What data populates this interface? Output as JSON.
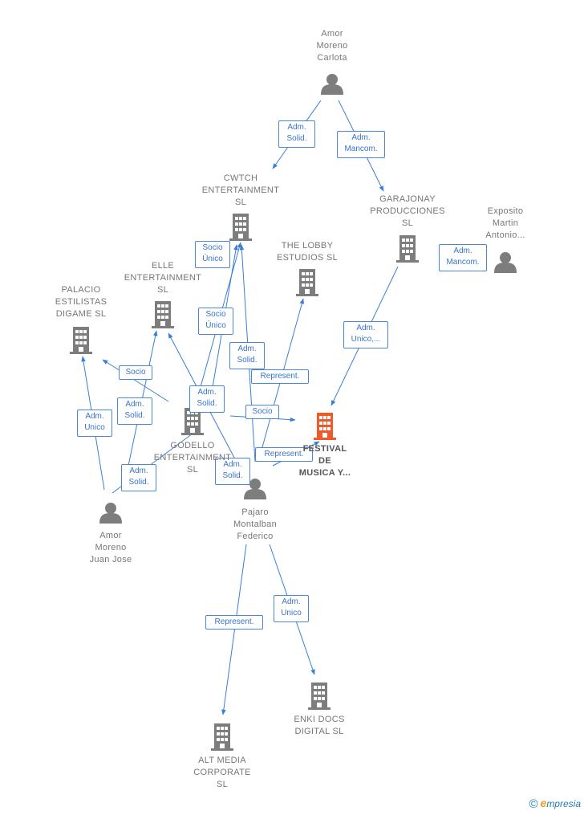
{
  "colors": {
    "building": "#7d7d7d",
    "building_main": "#f05a28",
    "person": "#7d7d7d",
    "edge": "#3a7fd5"
  },
  "nodes": [
    {
      "id": "amor-carlota",
      "type": "person",
      "label": "Amor\nMoreno\nCarlota"
    },
    {
      "id": "cwtch",
      "type": "company",
      "label": "CWTCH\nENTERTAINMENT\nSL"
    },
    {
      "id": "garajonay",
      "type": "company",
      "label": "GARAJONAY\nPRODUCCIONES\nSL"
    },
    {
      "id": "exposito",
      "type": "person",
      "label": "Exposito\nMartin\nAntonio..."
    },
    {
      "id": "lobby",
      "type": "company",
      "label": "THE LOBBY\nESTUDIOS SL"
    },
    {
      "id": "elle",
      "type": "company",
      "label": "ELLE\nENTERTAINMENT\nSL"
    },
    {
      "id": "palacio",
      "type": "company",
      "label": "PALACIO\nESTILISTAS\nDIGAME  SL"
    },
    {
      "id": "godello",
      "type": "company",
      "label": "GODELLO\nENTERTAINMENT\nSL"
    },
    {
      "id": "festival",
      "type": "company",
      "main": true,
      "label": "FESTIVAL\nDE\nMUSICA Y..."
    },
    {
      "id": "pajaro",
      "type": "person",
      "label": "Pajaro\nMontalban\nFederico"
    },
    {
      "id": "amor-juanjose",
      "type": "person",
      "label": "Amor\nMoreno\nJuan Jose"
    },
    {
      "id": "enki",
      "type": "company",
      "label": "ENKI DOCS\nDIGITAL  SL"
    },
    {
      "id": "altmedia",
      "type": "company",
      "label": "ALT MEDIA\nCORPORATE\nSL"
    }
  ],
  "edges": [
    {
      "id": "e1",
      "label": "Adm.\nSolid."
    },
    {
      "id": "e2",
      "label": "Adm.\nMancom."
    },
    {
      "id": "e3",
      "label": "Adm.\nMancom."
    },
    {
      "id": "e4",
      "label": "Socio\nÚnico"
    },
    {
      "id": "e5",
      "label": "Socio\nÚnico"
    },
    {
      "id": "e6",
      "label": "Adm.\nSolid."
    },
    {
      "id": "e7",
      "label": "Represent."
    },
    {
      "id": "e8",
      "label": "Adm.\nUnico,..."
    },
    {
      "id": "e9",
      "label": "Socio"
    },
    {
      "id": "e10",
      "label": "Adm.\nSolid."
    },
    {
      "id": "e11",
      "label": "Adm.\nUnico"
    },
    {
      "id": "e12",
      "label": "Adm.\nSolid."
    },
    {
      "id": "e13",
      "label": "Adm.\nSolid."
    },
    {
      "id": "e14",
      "label": "Socio"
    },
    {
      "id": "e15",
      "label": "Represent."
    },
    {
      "id": "e16",
      "label": "Adm.\nSolid."
    },
    {
      "id": "e17",
      "label": "Represent."
    },
    {
      "id": "e18",
      "label": "Adm.\nUnico"
    }
  ],
  "footer": {
    "copyright": "©",
    "brand_e": "e",
    "brand_rest": "mpresia"
  }
}
